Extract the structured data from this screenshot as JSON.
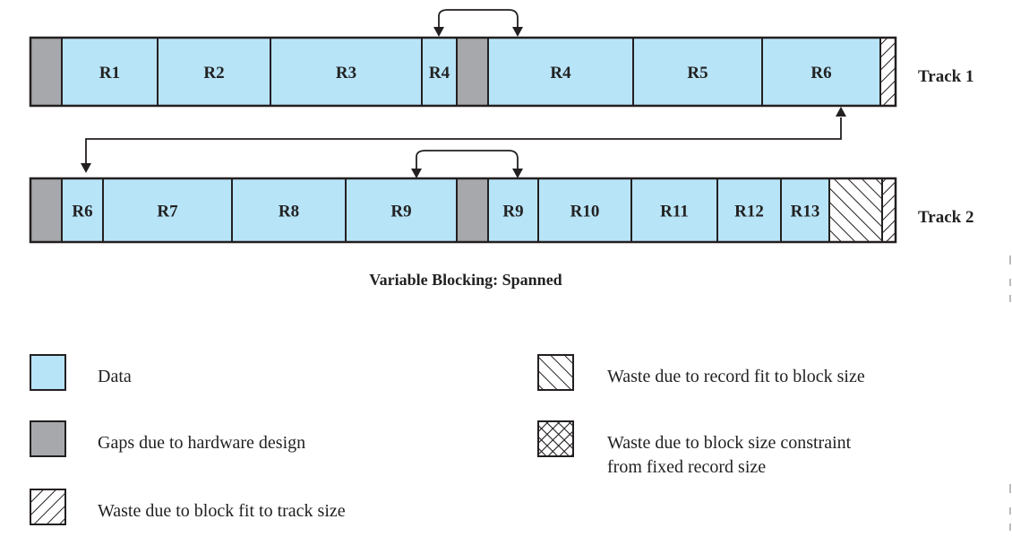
{
  "colors": {
    "data": "#b8e4f8",
    "gap": "#a7a8ab",
    "stroke": "#231f20"
  },
  "caption": "Variable Blocking: Spanned",
  "tracks": [
    {
      "label": "Track 1",
      "cells": [
        {
          "type": "gap",
          "label": ""
        },
        {
          "type": "data",
          "label": "R1"
        },
        {
          "type": "data",
          "label": "R2"
        },
        {
          "type": "data",
          "label": "R3"
        },
        {
          "type": "data",
          "label": "R4"
        },
        {
          "type": "gap",
          "label": ""
        },
        {
          "type": "data",
          "label": "R4"
        },
        {
          "type": "data",
          "label": "R5"
        },
        {
          "type": "data",
          "label": "R6"
        },
        {
          "type": "waste-track",
          "label": ""
        }
      ]
    },
    {
      "label": "Track 2",
      "cells": [
        {
          "type": "gap",
          "label": ""
        },
        {
          "type": "data",
          "label": "R6"
        },
        {
          "type": "data",
          "label": "R7"
        },
        {
          "type": "data",
          "label": "R8"
        },
        {
          "type": "data",
          "label": "R9"
        },
        {
          "type": "gap",
          "label": ""
        },
        {
          "type": "data",
          "label": "R9"
        },
        {
          "type": "data",
          "label": "R10"
        },
        {
          "type": "data",
          "label": "R11"
        },
        {
          "type": "data",
          "label": "R12"
        },
        {
          "type": "data",
          "label": "R13"
        },
        {
          "type": "waste-record",
          "label": ""
        },
        {
          "type": "waste-track",
          "label": ""
        }
      ]
    }
  ],
  "connections": [
    {
      "name": "r4-span-arrow",
      "from": "Track 1 R4 (end of block)",
      "to": "Track 1 R4 (next block)"
    },
    {
      "name": "r6-span-arrow",
      "from": "Track 1 R6",
      "to": "Track 2 R6"
    },
    {
      "name": "r9-span-arrow",
      "from": "Track 2 R9 (end of block)",
      "to": "Track 2 R9 (next block)"
    }
  ],
  "legend": [
    {
      "pattern": "data",
      "label": "Data"
    },
    {
      "pattern": "gap",
      "label": "Gaps due to hardware design"
    },
    {
      "pattern": "waste-track",
      "label": "Waste due to block fit to track size"
    },
    {
      "pattern": "waste-record",
      "label": "Waste due to record fit to block size"
    },
    {
      "pattern": "waste-block",
      "label": "Waste due to block size constraint",
      "label2": "from fixed record size"
    }
  ]
}
